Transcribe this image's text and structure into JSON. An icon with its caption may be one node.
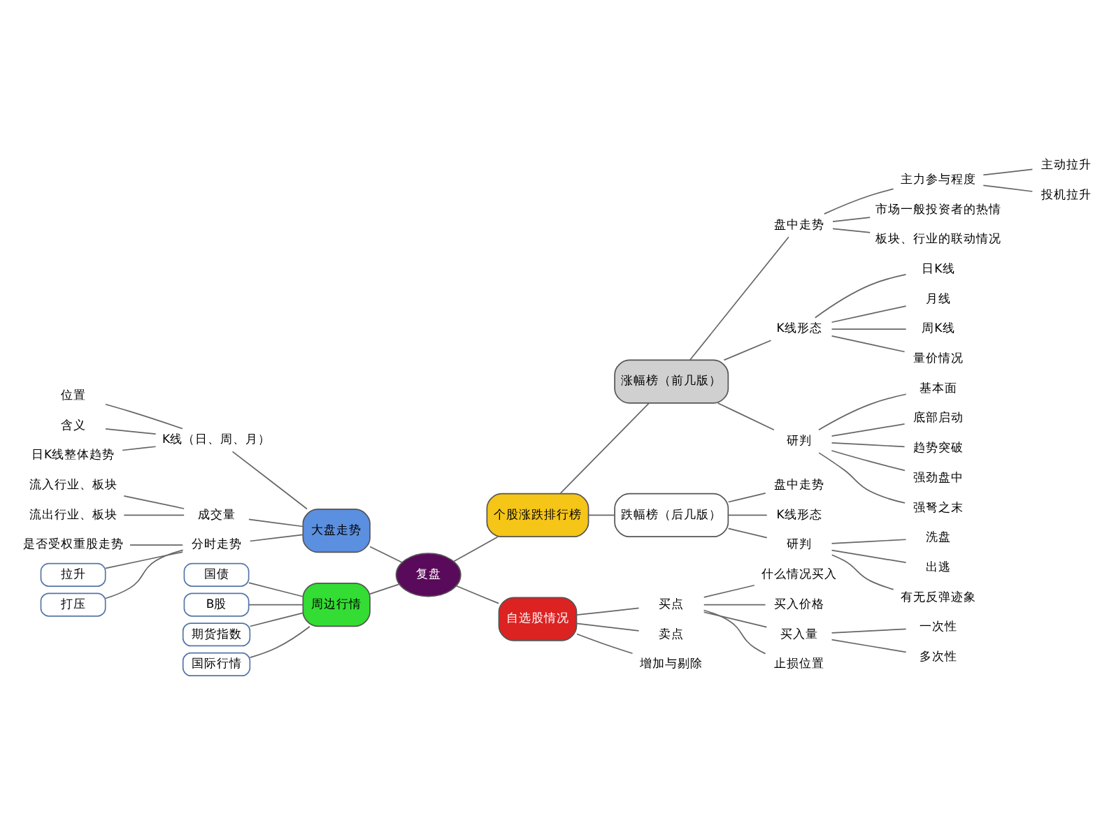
{
  "diagram": {
    "nodes": [
      {
        "text": [
          "复盘"
        ]
      },
      {
        "text": [
          "大盘走势"
        ]
      },
      {
        "text": [
          "K线（日、周、月）"
        ]
      },
      {
        "text": [
          "位置"
        ]
      },
      {
        "text": [
          "含义"
        ]
      },
      {
        "text": [
          "日K线整体趋势"
        ]
      },
      {
        "text": [
          "成交量"
        ]
      },
      {
        "text": [
          "流入行业、板块"
        ]
      },
      {
        "text": [
          "流出行业、板块"
        ]
      },
      {
        "text": [
          "分时走势"
        ]
      },
      {
        "text": [
          "是否受权重股走势"
        ]
      },
      {
        "text": [
          "拉升"
        ]
      },
      {
        "text": [
          "打压"
        ]
      },
      {
        "text": [
          "周边行情"
        ]
      },
      {
        "text": [
          "国债"
        ]
      },
      {
        "text": [
          "B股"
        ]
      },
      {
        "text": [
          "期货指数"
        ]
      },
      {
        "text": [
          "国际行情"
        ]
      },
      {
        "text": [
          "个股涨跌排行榜"
        ]
      },
      {
        "text": [
          "涨幅榜（前几版）"
        ]
      },
      {
        "text": [
          "盘中走势"
        ]
      },
      {
        "text": [
          "主力参与程度"
        ]
      },
      {
        "text": [
          "主动拉升"
        ]
      },
      {
        "text": [
          "投机拉升"
        ]
      },
      {
        "text": [
          "市场一般投资者的热情"
        ]
      },
      {
        "text": [
          "板块、行业的联动情况"
        ]
      },
      {
        "text": [
          "K线形态"
        ]
      },
      {
        "text": [
          "日K线"
        ]
      },
      {
        "text": [
          "月线"
        ]
      },
      {
        "text": [
          "周K线"
        ]
      },
      {
        "text": [
          "量价情况"
        ]
      },
      {
        "text": [
          "研判"
        ]
      },
      {
        "text": [
          "基本面"
        ]
      },
      {
        "text": [
          "底部启动"
        ]
      },
      {
        "text": [
          "趋势突破"
        ]
      },
      {
        "text": [
          "强劲盘中"
        ]
      },
      {
        "text": [
          "强弩之末"
        ]
      },
      {
        "text": [
          "跌幅榜（后几版）"
        ]
      },
      {
        "text": [
          "盘中走势"
        ]
      },
      {
        "text": [
          "K线形态"
        ]
      },
      {
        "text": [
          "研判"
        ]
      },
      {
        "text": [
          "洗盘"
        ]
      },
      {
        "text": [
          "出逃"
        ]
      },
      {
        "text": [
          "有无反弹迹象"
        ]
      },
      {
        "text": [
          "自选股情况"
        ]
      },
      {
        "text": [
          "买点"
        ]
      },
      {
        "text": [
          "什么情况买入"
        ]
      },
      {
        "text": [
          "买入价格"
        ]
      },
      {
        "text": [
          "买入量"
        ]
      },
      {
        "text": [
          "一次性"
        ]
      },
      {
        "text": [
          "多次性"
        ]
      },
      {
        "text": [
          "止损位置"
        ]
      },
      {
        "text": [
          "卖点"
        ]
      },
      {
        "text": [
          "增加与剔除"
        ]
      }
    ],
    "edges": [
      {
        "from": 0,
        "to": 1,
        "arrow": "none"
      },
      {
        "from": 1,
        "to": 2,
        "arrow": "none"
      },
      {
        "from": 2,
        "to": 3,
        "arrow": "none"
      },
      {
        "from": 2,
        "to": 4,
        "arrow": "none"
      },
      {
        "from": 2,
        "to": 5,
        "arrow": "none"
      },
      {
        "from": 1,
        "to": 6,
        "arrow": "none"
      },
      {
        "from": 6,
        "to": 7,
        "arrow": "none"
      },
      {
        "from": 6,
        "to": 8,
        "arrow": "none"
      },
      {
        "from": 1,
        "to": 9,
        "arrow": "none"
      },
      {
        "from": 9,
        "to": 10,
        "arrow": "none"
      },
      {
        "from": 9,
        "to": 11,
        "arrow": "none"
      },
      {
        "from": 9,
        "to": 12,
        "arrow": "none"
      },
      {
        "from": 0,
        "to": 13,
        "arrow": "none"
      },
      {
        "from": 13,
        "to": 14,
        "arrow": "none"
      },
      {
        "from": 13,
        "to": 15,
        "arrow": "none"
      },
      {
        "from": 13,
        "to": 16,
        "arrow": "none"
      },
      {
        "from": 13,
        "to": 17,
        "arrow": "none"
      },
      {
        "from": 0,
        "to": 18,
        "arrow": "none"
      },
      {
        "from": 18,
        "to": 19,
        "arrow": "none"
      },
      {
        "from": 19,
        "to": 20,
        "arrow": "none"
      },
      {
        "from": 20,
        "to": 21,
        "arrow": "none"
      },
      {
        "from": 21,
        "to": 22,
        "arrow": "none"
      },
      {
        "from": 21,
        "to": 23,
        "arrow": "none"
      },
      {
        "from": 20,
        "to": 24,
        "arrow": "none"
      },
      {
        "from": 20,
        "to": 25,
        "arrow": "none"
      },
      {
        "from": 19,
        "to": 26,
        "arrow": "none"
      },
      {
        "from": 26,
        "to": 27,
        "arrow": "none"
      },
      {
        "from": 26,
        "to": 28,
        "arrow": "none"
      },
      {
        "from": 26,
        "to": 29,
        "arrow": "none"
      },
      {
        "from": 26,
        "to": 30,
        "arrow": "none"
      },
      {
        "from": 19,
        "to": 31,
        "arrow": "none"
      },
      {
        "from": 31,
        "to": 32,
        "arrow": "none"
      },
      {
        "from": 31,
        "to": 33,
        "arrow": "none"
      },
      {
        "from": 31,
        "to": 34,
        "arrow": "none"
      },
      {
        "from": 31,
        "to": 35,
        "arrow": "none"
      },
      {
        "from": 31,
        "to": 36,
        "arrow": "none"
      },
      {
        "from": 18,
        "to": 37,
        "arrow": "none"
      },
      {
        "from": 37,
        "to": 38,
        "arrow": "none"
      },
      {
        "from": 37,
        "to": 39,
        "arrow": "none"
      },
      {
        "from": 37,
        "to": 40,
        "arrow": "none"
      },
      {
        "from": 40,
        "to": 41,
        "arrow": "none"
      },
      {
        "from": 40,
        "to": 42,
        "arrow": "none"
      },
      {
        "from": 40,
        "to": 43,
        "arrow": "none"
      },
      {
        "from": 0,
        "to": 44,
        "arrow": "none"
      },
      {
        "from": 44,
        "to": 45,
        "arrow": "none"
      },
      {
        "from": 45,
        "to": 46,
        "arrow": "none"
      },
      {
        "from": 45,
        "to": 47,
        "arrow": "none"
      },
      {
        "from": 45,
        "to": 48,
        "arrow": "none"
      },
      {
        "from": 48,
        "to": 49,
        "arrow": "none"
      },
      {
        "from": 48,
        "to": 50,
        "arrow": "none"
      },
      {
        "from": 45,
        "to": 51,
        "arrow": "none"
      },
      {
        "from": 44,
        "to": 52,
        "arrow": "none"
      },
      {
        "from": 44,
        "to": 53,
        "arrow": "none"
      }
    ]
  }
}
